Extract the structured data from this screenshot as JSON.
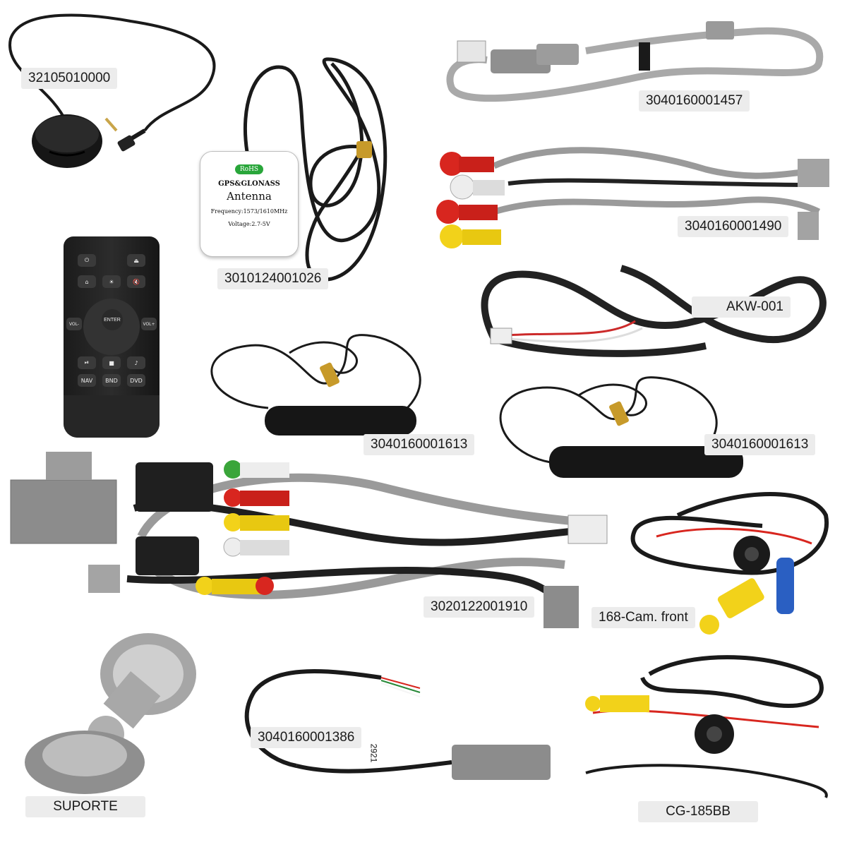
{
  "labels": {
    "microphone": "32105010000",
    "usb_cable": "3040160001457",
    "rca_cable": "3040160001490",
    "gps_antenna": "3010124001026",
    "akw_harness": "AKW-001",
    "antenna_a": "3040160001613",
    "antenna_b": "3040160001613",
    "main_harness": "3020122001910",
    "front_camera": "168-Cam. front",
    "support": "SUPORTE",
    "small_cable": "3040160001386",
    "rear_camera": "CG-185BB"
  },
  "gps_box": {
    "badge": "RoHS",
    "title": "GPS&GLONASS",
    "name": "Antenna",
    "frequency": "Frequency:1573/1610MHz",
    "voltage": "Voltage:2.7-5V"
  },
  "remote": {
    "enter": "ENTER",
    "vol_minus": "VOL-",
    "vol_plus": "VOL+",
    "nav": "NAV",
    "bnd": "BND",
    "dvd": "DVD"
  },
  "cable_print": {
    "small_cable_code": "2921"
  },
  "colors": {
    "cable_black": "#1a1a1a",
    "cable_grey": "#9a9a9a",
    "connector_grey": "#8c8c8c",
    "rca_red": "#d8261f",
    "rca_yellow": "#f2d21a",
    "rca_white": "#ededed",
    "rca_green": "#3aa53a",
    "label_bg": "#ececec"
  }
}
